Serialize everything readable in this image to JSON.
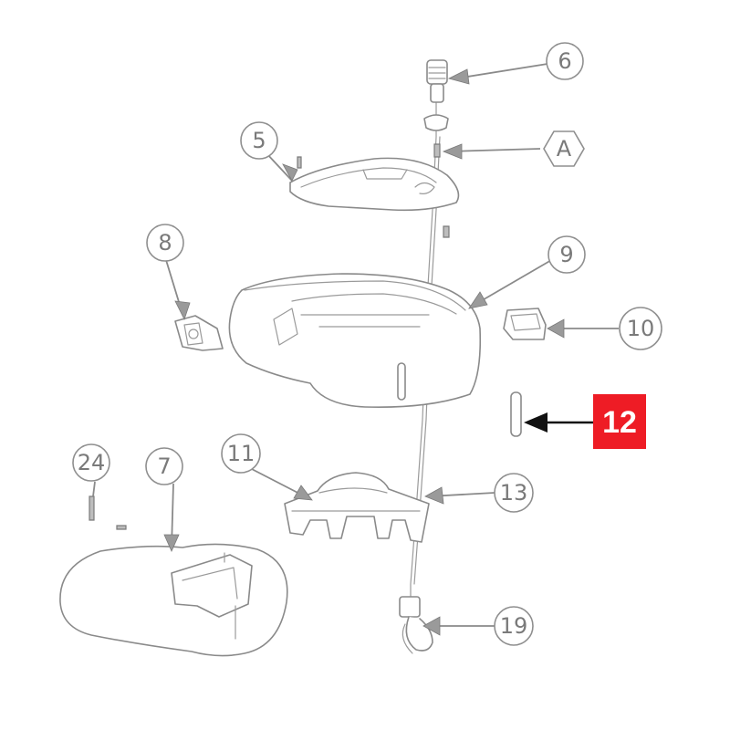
{
  "diagram": {
    "callouts": [
      {
        "id": "6",
        "label": "6",
        "shape": "circle"
      },
      {
        "id": "A",
        "label": "A",
        "shape": "hexagon"
      },
      {
        "id": "5",
        "label": "5",
        "shape": "circle"
      },
      {
        "id": "8",
        "label": "8",
        "shape": "circle"
      },
      {
        "id": "9",
        "label": "9",
        "shape": "circle"
      },
      {
        "id": "10",
        "label": "10",
        "shape": "circle"
      },
      {
        "id": "12",
        "label": "12",
        "shape": "highlight-box"
      },
      {
        "id": "24",
        "label": "24",
        "shape": "circle"
      },
      {
        "id": "7",
        "label": "7",
        "shape": "circle"
      },
      {
        "id": "11",
        "label": "11",
        "shape": "circle"
      },
      {
        "id": "13",
        "label": "13",
        "shape": "circle"
      },
      {
        "id": "19",
        "label": "19",
        "shape": "circle"
      }
    ],
    "highlighted_part": "12",
    "colors": {
      "highlight": "#ee1c25",
      "line": "#8a8a8a",
      "label": "#7a7a7a",
      "background": "#ffffff"
    }
  }
}
